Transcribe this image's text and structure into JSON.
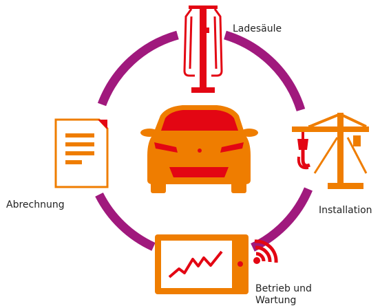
{
  "colors": {
    "ring": "#a0197d",
    "car_body": "#ef7d00",
    "car_glass": "#e30613",
    "station": "#e30613",
    "crane": "#ef7d00",
    "crane_hook": "#e30613",
    "document": "#ef7d00",
    "tablet": "#ef7d00",
    "tablet_line": "#e30613",
    "signal": "#e30613"
  },
  "labels": {
    "charging_station": "Ladesäule",
    "installation": "Installation",
    "billing": "Abrechnung",
    "operation_line1": "Betrieb und",
    "operation_line2": "Wartung"
  }
}
